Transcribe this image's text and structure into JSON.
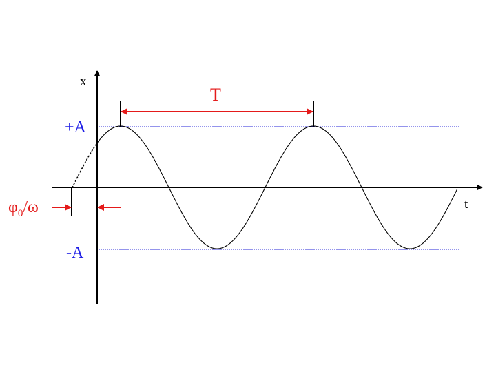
{
  "diagram": {
    "axis_labels": {
      "vertical": "x",
      "horizontal": "t"
    },
    "amplitude_labels": {
      "positive": "+A",
      "negative": "-A"
    },
    "period_label": "T",
    "phase_label": {
      "main": "φ",
      "subscript": "0",
      "rest": "/ω"
    },
    "colors": {
      "axes": "#000000",
      "curve": "#000000",
      "amplitude_lines": "#2a2ad8",
      "amplitude_text": "#1e1ee6",
      "annotations": "#e41a1a"
    },
    "icons": [
      "period-double-arrow",
      "phase-offset-arrows"
    ]
  }
}
